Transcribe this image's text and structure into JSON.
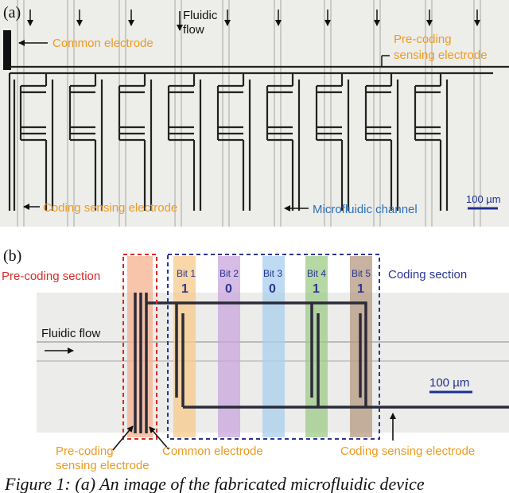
{
  "panel_a": {
    "tag": "(a)",
    "fluidic_flow_line1": "Fluidic",
    "fluidic_flow_line2": "flow",
    "common_electrode": "Common electrode",
    "precoding_line1": "Pre-coding",
    "precoding_line2": "sensing electrode",
    "coding_sensing": "Coding sensing electrode",
    "microfluidic_channel": "Microfluidic channel",
    "scale": "100 µm"
  },
  "panel_b": {
    "tag": "(b)",
    "precoding_section": "Pre-coding section",
    "coding_section": "Coding section",
    "fluidic_flow": "Fluidic flow",
    "scale": "100 µm",
    "precoding_line1": "Pre-coding",
    "precoding_line2": "sensing electrode",
    "common_electrode": "Common electrode",
    "coding_sensing": "Coding sensing electrode",
    "bits": [
      {
        "label": "Bit 1",
        "value": "1"
      },
      {
        "label": "Bit 2",
        "value": "0"
      },
      {
        "label": "Bit 3",
        "value": "0"
      },
      {
        "label": "Bit 4",
        "value": "1"
      },
      {
        "label": "Bit 5",
        "value": "1"
      }
    ]
  },
  "caption": "Figure 1: (a) An image of the fabricated microfluidic device",
  "colors": {
    "orange": "#ec9b21",
    "blue": "#2a6fb8",
    "red": "#d62a27",
    "navy": "#2a3590",
    "bit1": "#f7c98a",
    "bit2": "#c9a6dd",
    "bit3": "#a9cfee",
    "bit4": "#9ccb86",
    "bit5": "#b59a80",
    "precoding_band": "#f6b28f"
  }
}
